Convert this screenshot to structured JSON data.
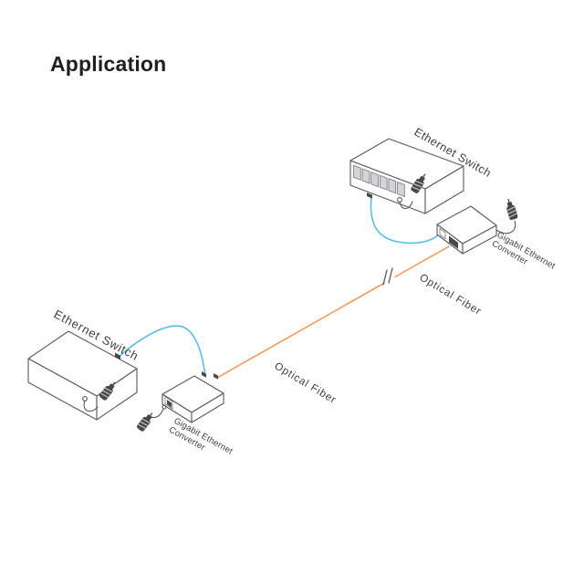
{
  "page": {
    "title": "Application"
  },
  "colors": {
    "background": "#ffffff",
    "line_art": "#595a5c",
    "label_text": "#3d3d40",
    "title_text": "#1f1f1f",
    "ethernet_cable_blue": "#55beec",
    "optical_fiber_orange": "#f6954d",
    "port_fill": "#d4d4d6",
    "plug_fill": "#48484a"
  },
  "icons": {
    "power_plug": "power-plug",
    "fiber_break": "double-slash-line-break"
  },
  "diagram": {
    "top_right": {
      "switch_label": "Ethernet Switch",
      "converter_label_line1": "Gigabit Ethernet",
      "converter_label_line2": "Converter",
      "fiber_label": "Optical Fiber"
    },
    "bottom_left": {
      "switch_label": "Ethernet Switch",
      "converter_label_line1": "Gigabit Ethernet",
      "converter_label_line2": "Converter",
      "fiber_label": "Optical Fiber"
    }
  }
}
